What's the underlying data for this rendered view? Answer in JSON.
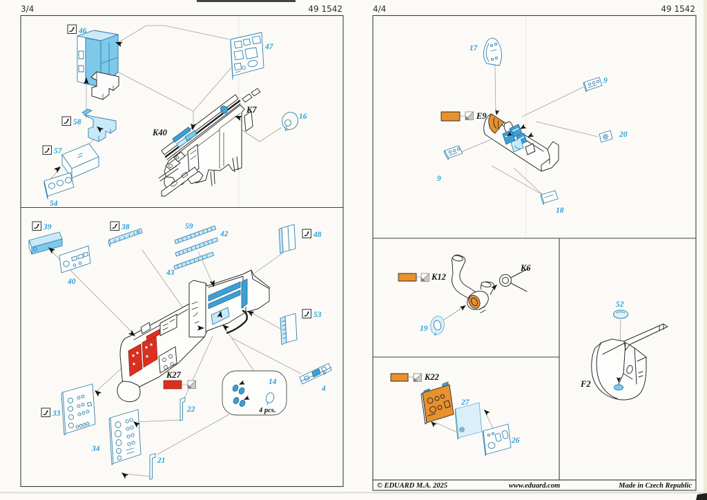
{
  "page_left": {
    "page_number": "3/4",
    "product_code": "49 1542",
    "top_section": {
      "part_46": "46",
      "part_47": "47",
      "part_58": "58",
      "part_57": "57",
      "part_54": "54",
      "part_16": "16",
      "kit_k40": "K40",
      "kit_k7": "K7"
    },
    "bottom_section": {
      "part_39": "39",
      "part_40": "40",
      "part_38": "38",
      "part_59": "59",
      "part_42": "42",
      "part_43": "43",
      "part_48": "48",
      "part_53": "53",
      "part_33": "33",
      "part_34": "34",
      "part_22": "22",
      "part_21": "21",
      "part_4": "4",
      "kit_k27": "K27",
      "callout_part_14": "14",
      "callout_qty": "4 pcs."
    }
  },
  "page_right": {
    "page_number": "4/4",
    "product_code": "49 1542",
    "seat_section": {
      "part_17": "17",
      "part_9_upper": "9",
      "part_20": "20",
      "part_9_lower": "9",
      "part_18": "18",
      "color_ref_e9": "E9"
    },
    "pipe_section": {
      "color_ref_k12": "K12",
      "kit_k6": "K6",
      "part_19": "19"
    },
    "panel_section": {
      "color_ref_k22": "K22",
      "part_27": "27",
      "part_26": "26"
    },
    "sight_section": {
      "part_52": "52",
      "kit_f2": "F2"
    },
    "footer": {
      "copyright": "© EDUARD  M.A. 2025",
      "website": "www.eduard.com",
      "origin": "Made in Czech Republic"
    }
  },
  "colors": {
    "pe_line_blue": "#2e7fae",
    "pe_fill_light": "#c9e9f7",
    "pe_fill_mid": "#7ec9ea",
    "pe_fill_strong": "#3f9fd4",
    "label_cyan": "#2b9fd8",
    "paint_orange": "#e8912d",
    "paint_red": "#d93020",
    "paper": "#fbfaf6"
  }
}
